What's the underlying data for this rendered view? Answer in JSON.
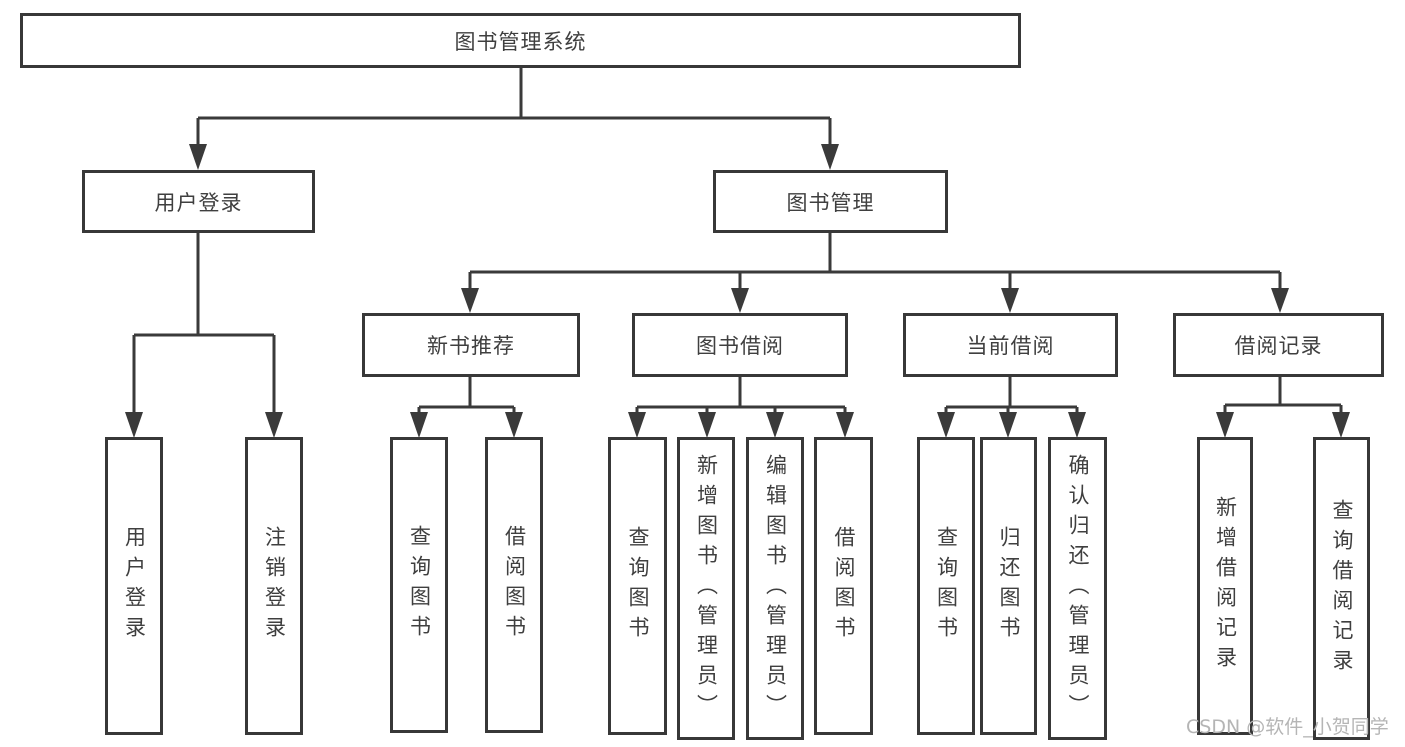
{
  "diagram": {
    "root": "图书管理系统",
    "level2": {
      "user_login": "用户登录",
      "book_management": "图书管理"
    },
    "level3": {
      "new_book_recommend": "新书推荐",
      "book_borrow": "图书借阅",
      "current_borrow": "当前借阅",
      "borrow_records": "借阅记录"
    },
    "leaves": {
      "a1": "用户登录",
      "a2": "注销登录",
      "b1": "查询图书",
      "b2": "借阅图书",
      "c1": "查询图书",
      "c2": "新增图书（管理员）",
      "c3": "编辑图书（管理员）",
      "c4": "借阅图书",
      "d1": "查询图书",
      "d2": "归还图书",
      "d3": "确认归还（管理员）",
      "e1": "新增借阅记录",
      "e2": "查询借阅记录"
    },
    "watermark": "CSDN @软件_小贺同学",
    "colors": {
      "line": "#3a3a3a",
      "border": "#383838",
      "text": "#3f3f3f",
      "watermark_text": "#b5b5b5",
      "background": "#ffffff"
    }
  }
}
